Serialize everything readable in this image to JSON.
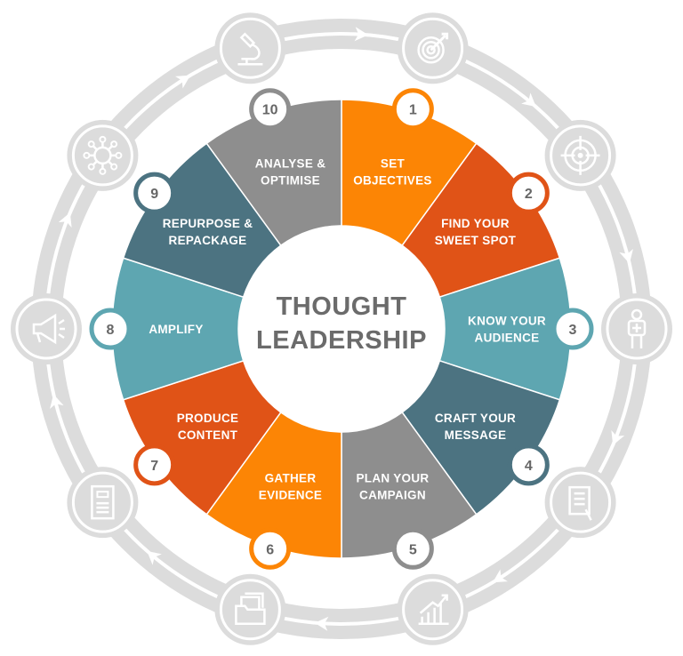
{
  "center": {
    "line1": "THOUGHT",
    "line2": "LEADERSHIP"
  },
  "colors": {
    "orange": "#FC8505",
    "red": "#E05317",
    "teal": "#5EA6B1",
    "slate": "#4C7381",
    "gray": "#8E8E8E",
    "ring": "#DCDCDC",
    "text": "#6B6B6B"
  },
  "steps": [
    {
      "number": "1",
      "lines": [
        "SET",
        "OBJECTIVES"
      ],
      "color": "#FC8505",
      "icon": "target-arrow-icon"
    },
    {
      "number": "2",
      "lines": [
        "FIND YOUR",
        "SWEET SPOT"
      ],
      "color": "#E05317",
      "icon": "crosshair-icon"
    },
    {
      "number": "3",
      "lines": [
        "KNOW YOUR",
        "AUDIENCE"
      ],
      "color": "#5EA6B1",
      "icon": "person-icon"
    },
    {
      "number": "4",
      "lines": [
        "CRAFT YOUR",
        "MESSAGE"
      ],
      "color": "#4C7381",
      "icon": "document-pen-icon"
    },
    {
      "number": "5",
      "lines": [
        "PLAN YOUR",
        "CAMPAIGN"
      ],
      "color": "#8E8E8E",
      "icon": "growth-chart-icon"
    },
    {
      "number": "6",
      "lines": [
        "GATHER",
        "EVIDENCE"
      ],
      "color": "#FC8505",
      "icon": "folder-icon"
    },
    {
      "number": "7",
      "lines": [
        "PRODUCE",
        "CONTENT"
      ],
      "color": "#E05317",
      "icon": "document-icon"
    },
    {
      "number": "8",
      "lines": [
        "AMPLIFY"
      ],
      "color": "#5EA6B1",
      "icon": "megaphone-icon"
    },
    {
      "number": "9",
      "lines": [
        "REPURPOSE &",
        "REPACKAGE"
      ],
      "color": "#4C7381",
      "icon": "virus-icon"
    },
    {
      "number": "10",
      "lines": [
        "ANALYSE &",
        "OPTIMISE"
      ],
      "color": "#8E8E8E",
      "icon": "microscope-icon"
    }
  ]
}
